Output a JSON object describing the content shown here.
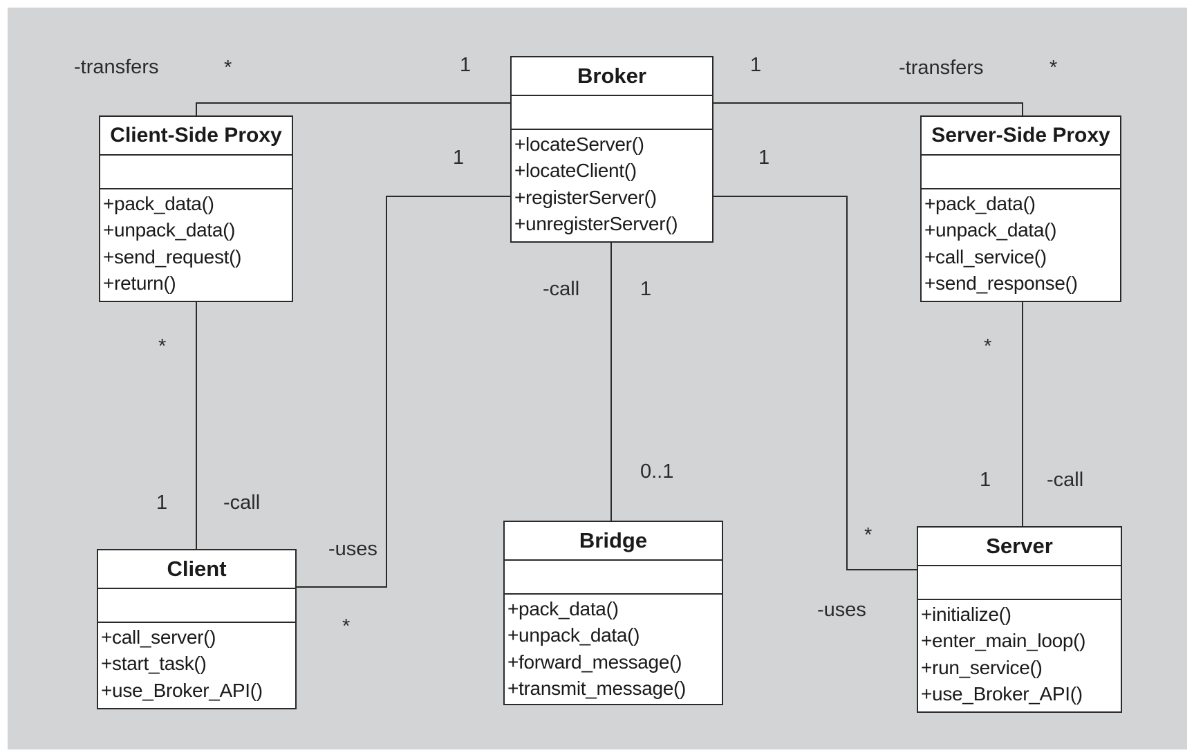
{
  "diagram": {
    "classes": {
      "broker": {
        "name": "Broker",
        "operations": [
          "+locateServer()",
          "+locateClient()",
          "+registerServer()",
          "+unregisterServer()"
        ]
      },
      "client_proxy": {
        "name": "Client-Side Proxy",
        "operations": [
          "+pack_data()",
          "+unpack_data()",
          "+send_request()",
          "+return()"
        ]
      },
      "server_proxy": {
        "name": "Server-Side Proxy",
        "operations": [
          "+pack_data()",
          "+unpack_data()",
          "+call_service()",
          "+send_response()"
        ]
      },
      "client": {
        "name": "Client",
        "operations": [
          "+call_server()",
          "+start_task()",
          "+use_Broker_API()"
        ]
      },
      "bridge": {
        "name": "Bridge",
        "operations": [
          "+pack_data()",
          "+unpack_data()",
          "+forward_message()",
          "+transmit_message()"
        ]
      },
      "server": {
        "name": "Server",
        "operations": [
          "+initialize()",
          "+enter_main_loop()",
          "+run_service()",
          "+use_Broker_API()"
        ]
      }
    },
    "labels": {
      "transfers_left": "-transfers",
      "mult_left_star": "*",
      "mult_broker_left_1": "1",
      "mult_broker_right_1": "1",
      "transfers_right": "-transfers",
      "mult_right_star": "*",
      "mult_broker_uses_left_1": "1",
      "mult_broker_uses_right_1": "1",
      "call_bridge": "-call",
      "mult_bridge_broker_1": "1",
      "mult_bridge_01": "0..1",
      "mult_cproxy_star": "*",
      "mult_client_1": "1",
      "call_client": "-call",
      "uses_client": "-uses",
      "mult_client_uses_star": "*",
      "mult_sproxy_star": "*",
      "mult_server_1": "1",
      "call_server": "-call",
      "mult_server_uses_star": "*",
      "uses_server": "-uses"
    },
    "colors": {
      "background": "#d3d4d6",
      "line": "#2a2a2a",
      "box_fill": "#ffffff"
    }
  }
}
